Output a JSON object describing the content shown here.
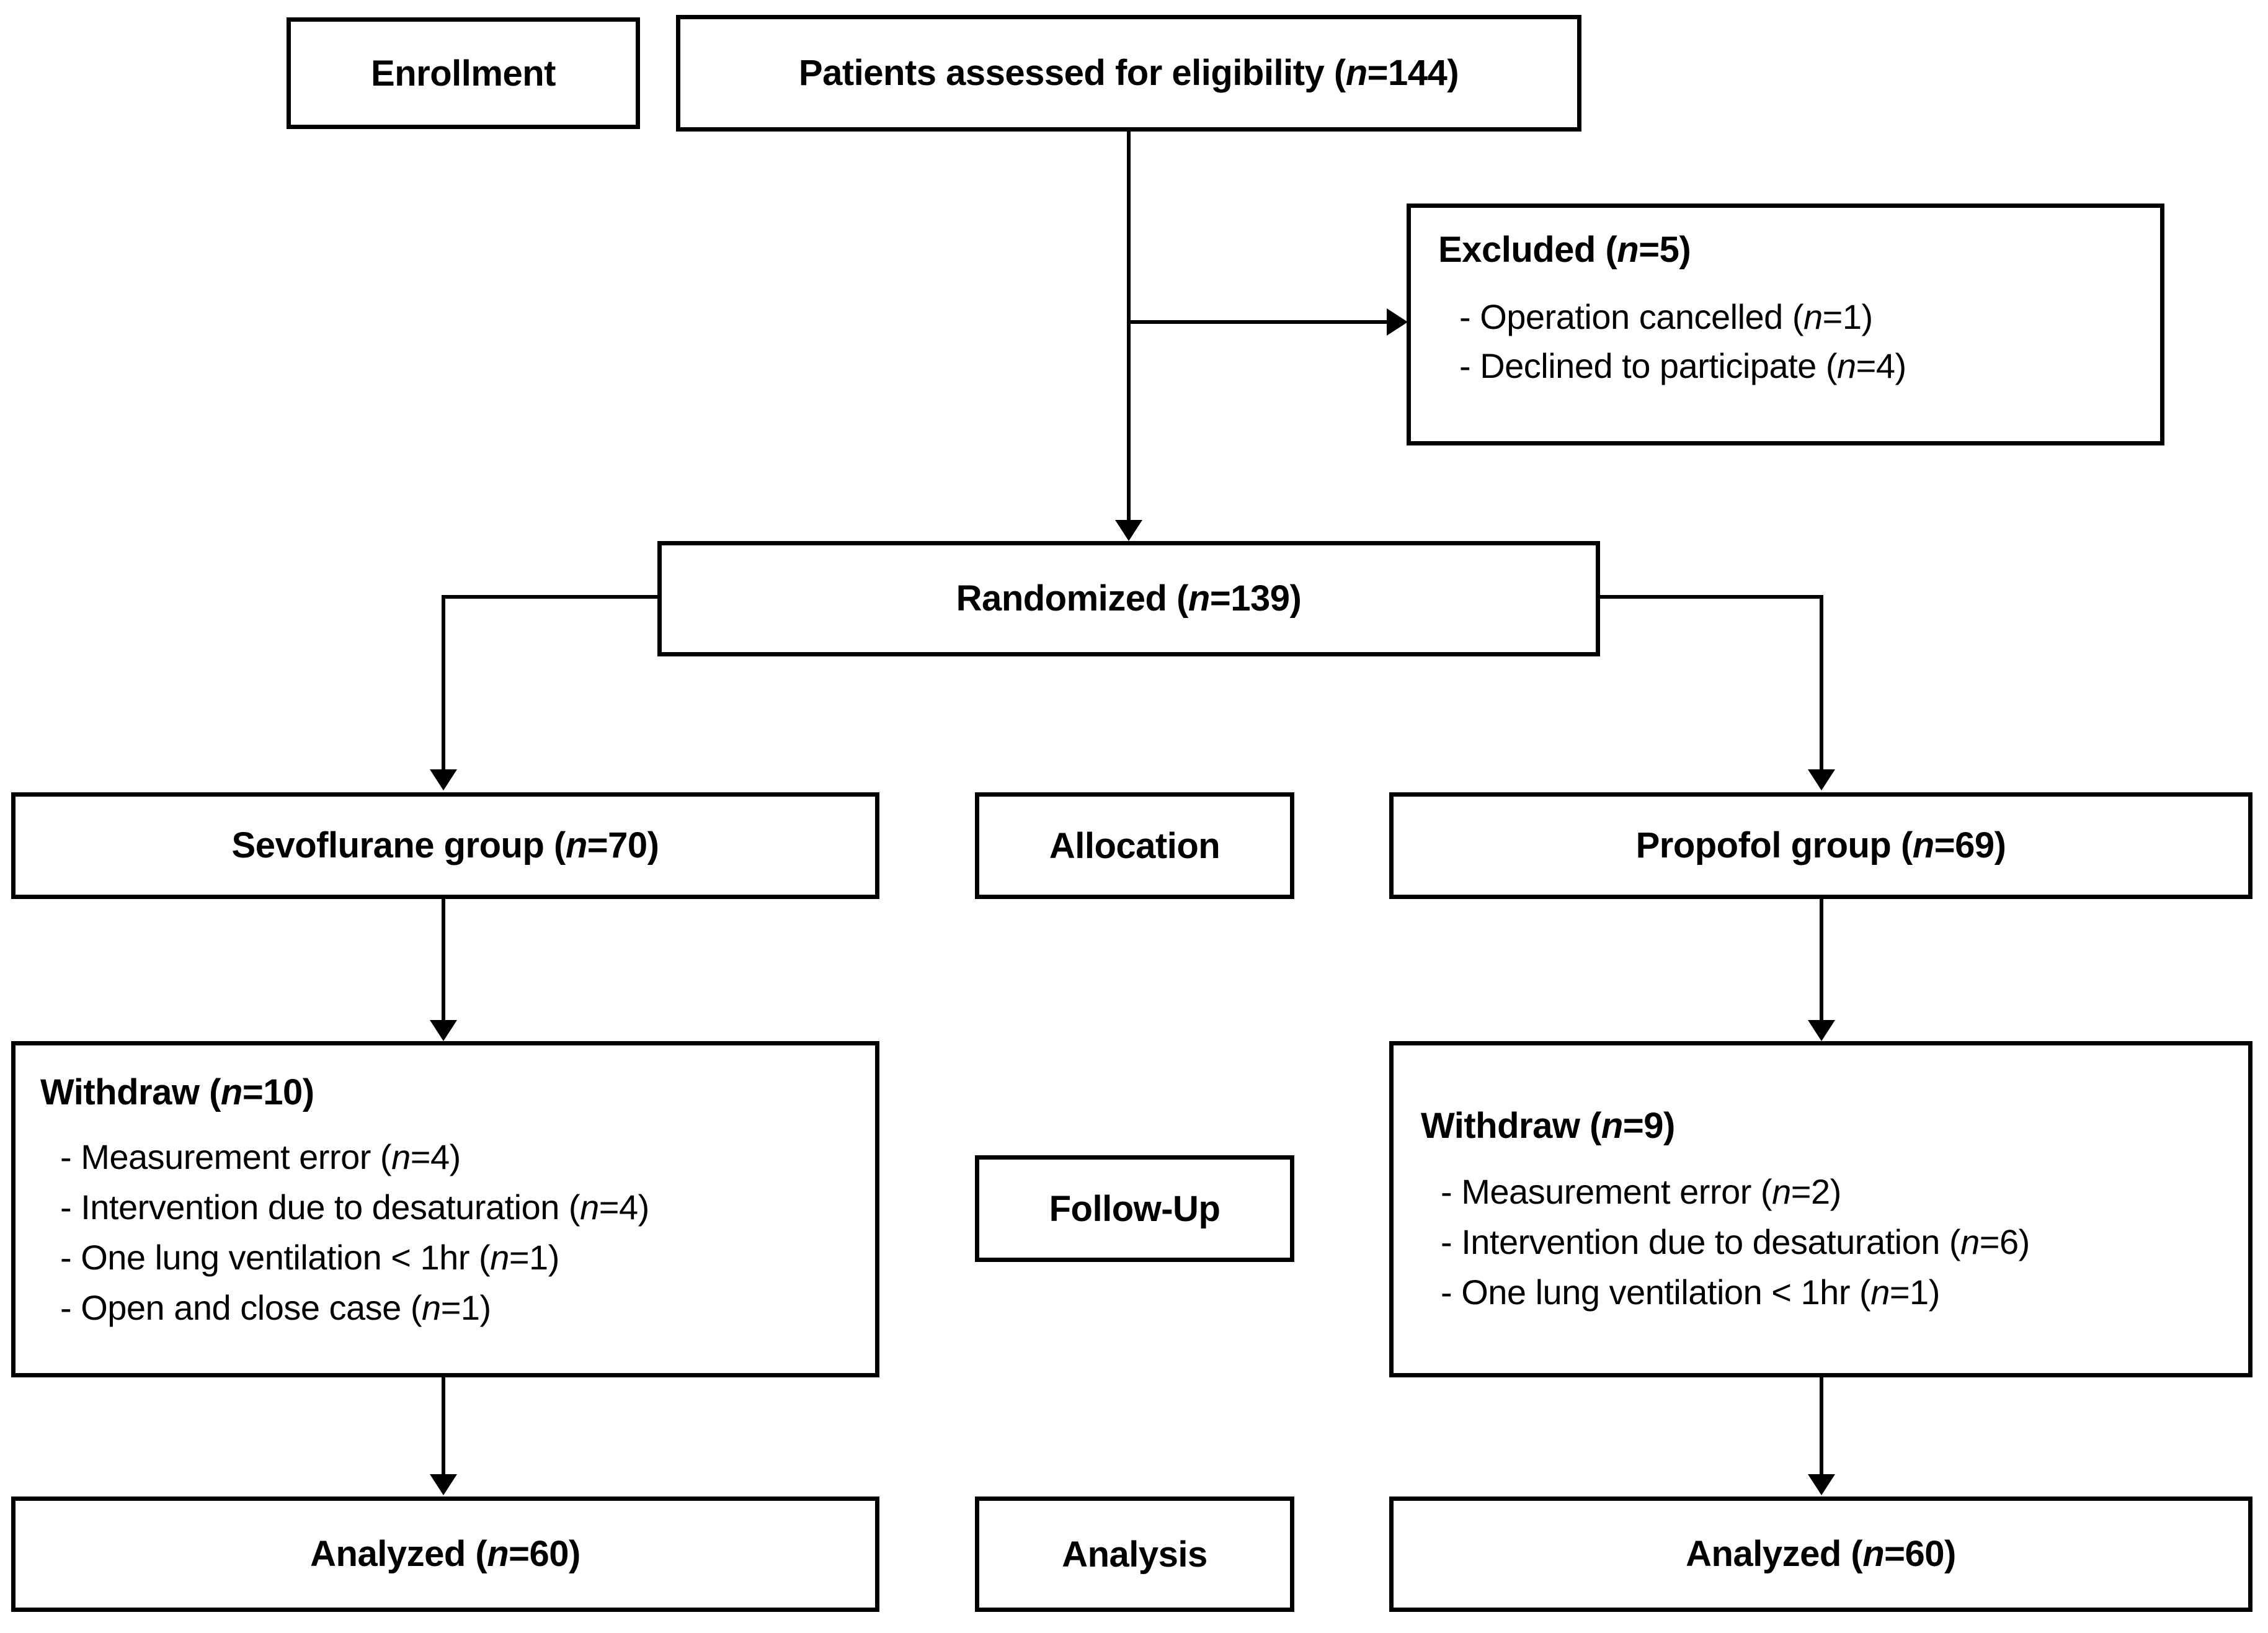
{
  "diagram": {
    "type": "CONSORT participant flow diagram",
    "stages": [
      {
        "id": "enrollment",
        "label": "Enrollment"
      },
      {
        "id": "allocation",
        "label": "Allocation"
      },
      {
        "id": "followup",
        "label": "Follow-Up"
      },
      {
        "id": "analysis",
        "label": "Analysis"
      }
    ],
    "nodes": {
      "assessed": {
        "text_plain": "Patients assessed for eligibility (n=144)",
        "prefix": "Patients assessed for eligibility (",
        "italic": "n",
        "suffix": "=144)"
      },
      "excluded": {
        "title_prefix": "Excluded (",
        "title_italic": "n",
        "title_suffix": "=5)",
        "items": [
          {
            "prefix": "-  Operation cancelled (",
            "italic": "n",
            "suffix": "=1)"
          },
          {
            "prefix": "-  Declined to participate (",
            "italic": "n",
            "suffix": "=4)"
          }
        ]
      },
      "randomized": {
        "prefix": "Randomized (",
        "italic": "n",
        "suffix": "=139)"
      },
      "sevoflurane_group": {
        "prefix": "Sevoflurane group (",
        "italic": "n",
        "suffix": "=70)"
      },
      "propofol_group": {
        "prefix": "Propofol group (",
        "italic": "n",
        "suffix": "=69)"
      },
      "withdraw_left": {
        "title_prefix": "Withdraw (",
        "title_italic": "n",
        "title_suffix": "=10)",
        "items": [
          {
            "prefix": "-  Measurement error (",
            "italic": "n",
            "suffix": "=4)"
          },
          {
            "prefix": "-  Intervention due to desaturation (",
            "italic": "n",
            "suffix": "=4)"
          },
          {
            "prefix": "-  One lung ventilation < 1hr (",
            "italic": "n",
            "suffix": "=1)"
          },
          {
            "prefix": "-  Open and close case (",
            "italic": "n",
            "suffix": "=1)"
          }
        ]
      },
      "withdraw_right": {
        "title_prefix": "Withdraw (",
        "title_italic": "n",
        "title_suffix": "=9)",
        "items": [
          {
            "prefix": "-  Measurement error (",
            "italic": "n",
            "suffix": "=2)"
          },
          {
            "prefix": "-  Intervention due to desaturation (",
            "italic": "n",
            "suffix": "=6)"
          },
          {
            "prefix": "-  One lung ventilation < 1hr (",
            "italic": "n",
            "suffix": "=1)"
          }
        ]
      },
      "analyzed_left": {
        "prefix": "Analyzed (",
        "italic": "n",
        "suffix": "=60)"
      },
      "analyzed_right": {
        "prefix": "Analyzed (",
        "italic": "n",
        "suffix": "=60)"
      }
    },
    "counts": {
      "assessed": 144,
      "excluded_total": 5,
      "excluded_operation_cancelled": 1,
      "excluded_declined": 4,
      "randomized": 139,
      "sevoflurane_allocated": 70,
      "propofol_allocated": 69,
      "sevo_withdraw_total": 10,
      "sevo_measurement_error": 4,
      "sevo_intervention_desaturation": 4,
      "sevo_one_lung_lt_1hr": 1,
      "sevo_open_close_case": 1,
      "prop_withdraw_total": 9,
      "prop_measurement_error": 2,
      "prop_intervention_desaturation": 6,
      "prop_one_lung_lt_1hr": 1,
      "analyzed_sevoflurane": 60,
      "analyzed_propofol": 60
    },
    "colors": {
      "stroke": "#000000",
      "fill": "#ffffff",
      "text": "#000000"
    }
  }
}
